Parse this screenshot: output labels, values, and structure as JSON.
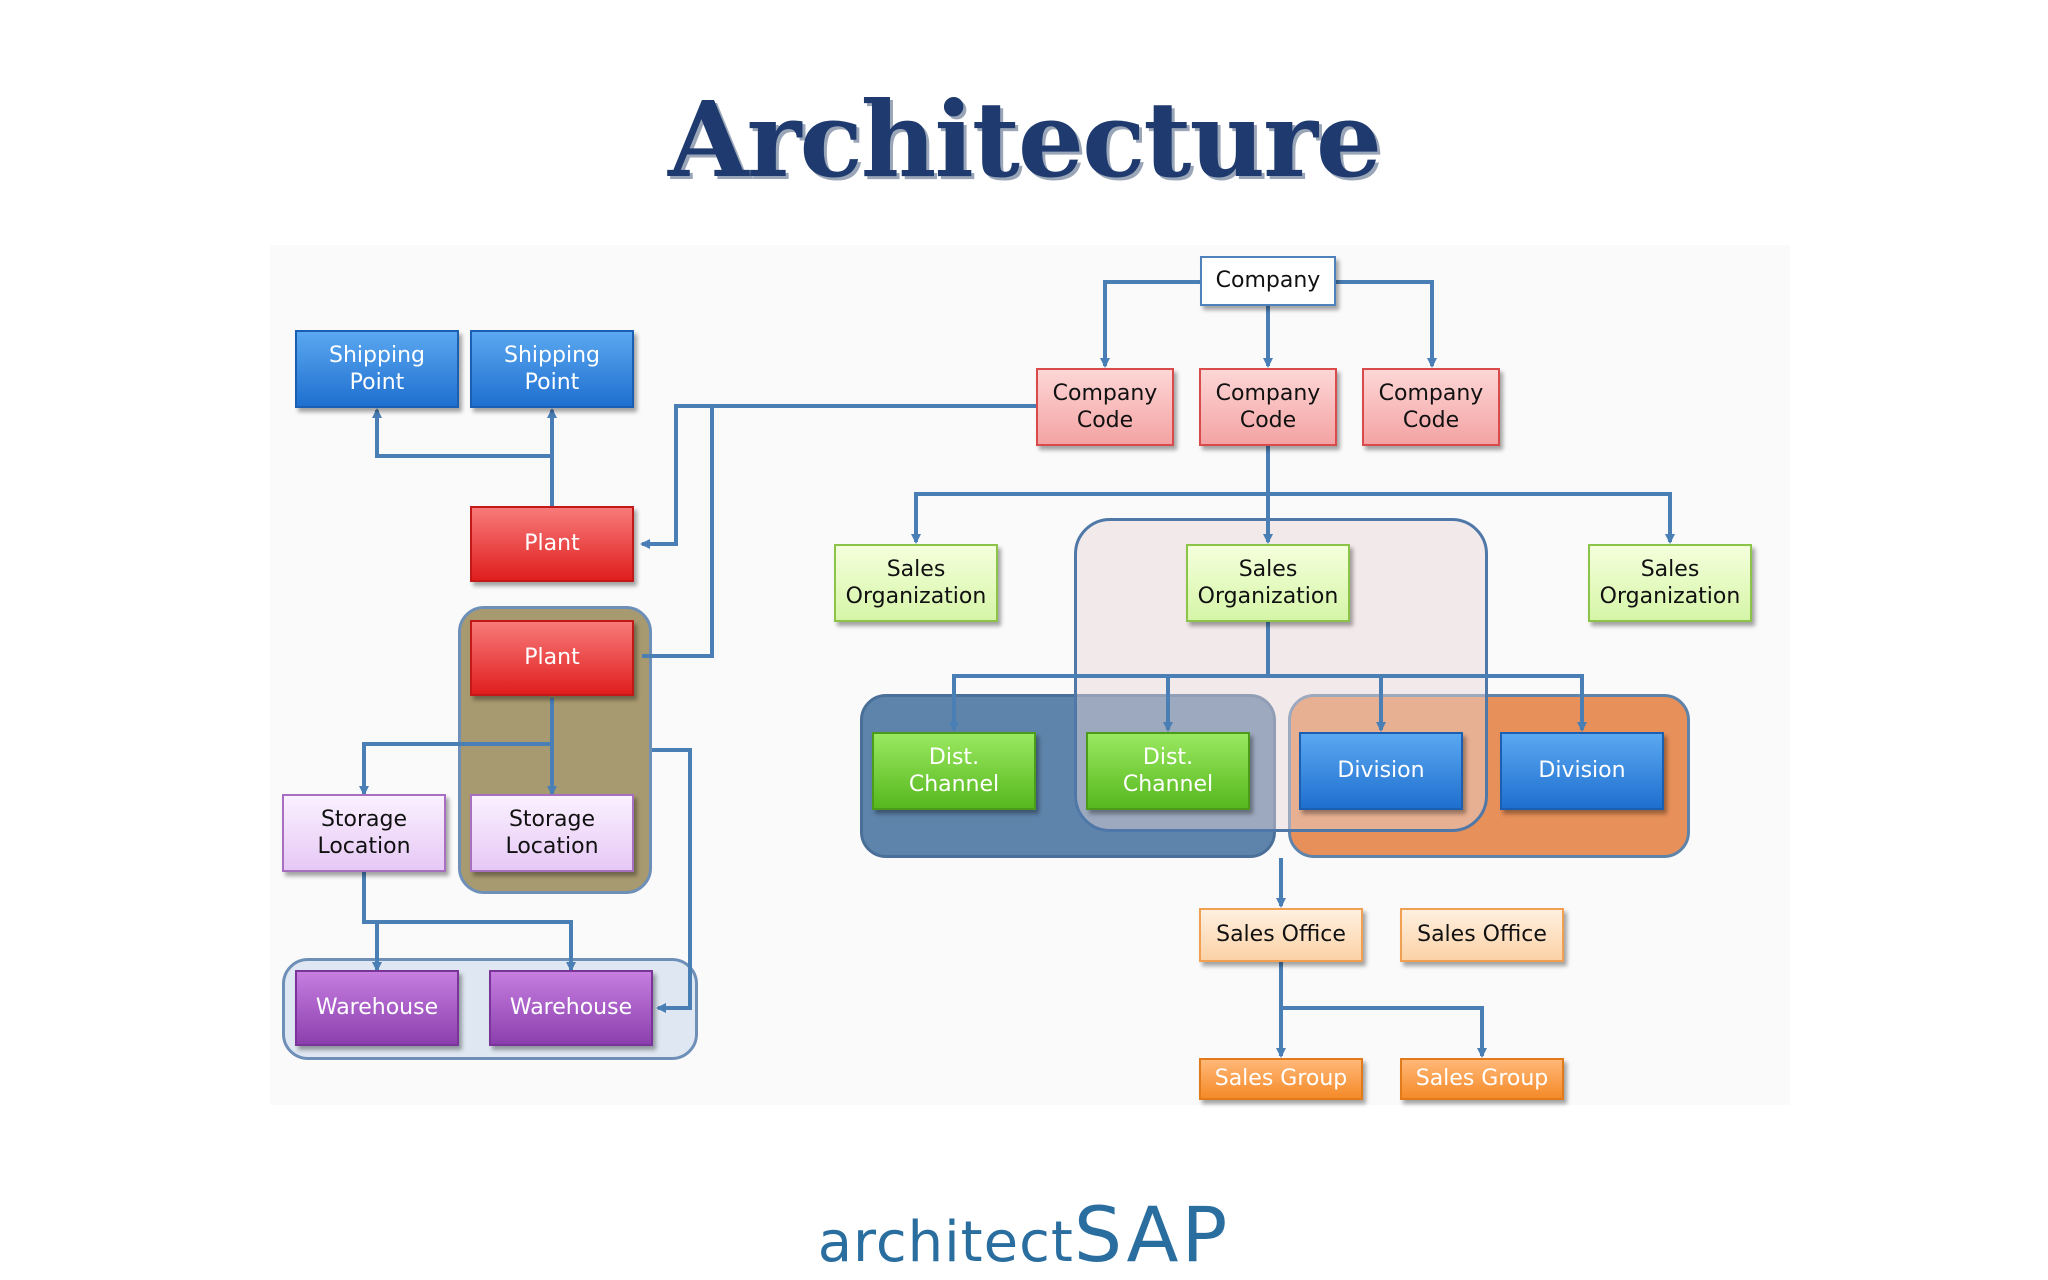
{
  "title": "Architecture",
  "brand": {
    "prefix": "architect",
    "suffix": "SAP"
  },
  "nodes": {
    "company": "Company",
    "company_code": [
      "Company\nCode",
      "Company\nCode",
      "Company\nCode"
    ],
    "shipping_point": [
      "Shipping\nPoint",
      "Shipping\nPoint"
    ],
    "plant": [
      "Plant",
      "Plant"
    ],
    "storage_location": [
      "Storage\nLocation",
      "Storage\nLocation"
    ],
    "warehouse": [
      "Warehouse",
      "Warehouse"
    ],
    "sales_organization": [
      "Sales\nOrganization",
      "Sales\nOrganization",
      "Sales\nOrganization"
    ],
    "dist_channel": [
      "Dist.\nChannel",
      "Dist.\nChannel"
    ],
    "division": [
      "Division",
      "Division"
    ],
    "sales_office": [
      "Sales Office",
      "Sales Office"
    ],
    "sales_group": [
      "Sales Group",
      "Sales Group"
    ]
  },
  "colors": {
    "connector": "#4a7fb5",
    "title": "#1e3a6e",
    "brand": "#2a6ea0"
  }
}
